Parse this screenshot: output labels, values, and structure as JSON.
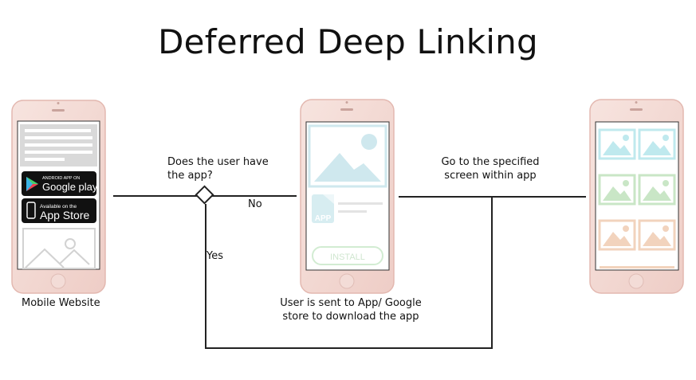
{
  "title": "Deferred Deep Linking",
  "phones": [
    {
      "caption": "Mobile Website",
      "google_badge_small": "ANDROID APP ON",
      "google_badge_main": "Google play",
      "apple_badge_small": "Available on the",
      "apple_badge_main": "App Store"
    },
    {
      "caption_line1": "User is sent to App/ Google",
      "caption_line2": "store to download the app",
      "install_label": "INSTALL",
      "app_icon_text": "APP"
    },
    {}
  ],
  "decision": {
    "question_line1": "Does the user have",
    "question_line2": "the app?",
    "no_label": "No",
    "yes_label": "Yes"
  },
  "destination": {
    "line1": "Go to the specified",
    "line2": "screen within app"
  },
  "colors": {
    "phone_frame": "#e8c2bb",
    "line": "#222222",
    "tile_cyan": "#bfe9ee",
    "tile_green": "#c9e6c6",
    "tile_peach": "#f2d3bd"
  }
}
